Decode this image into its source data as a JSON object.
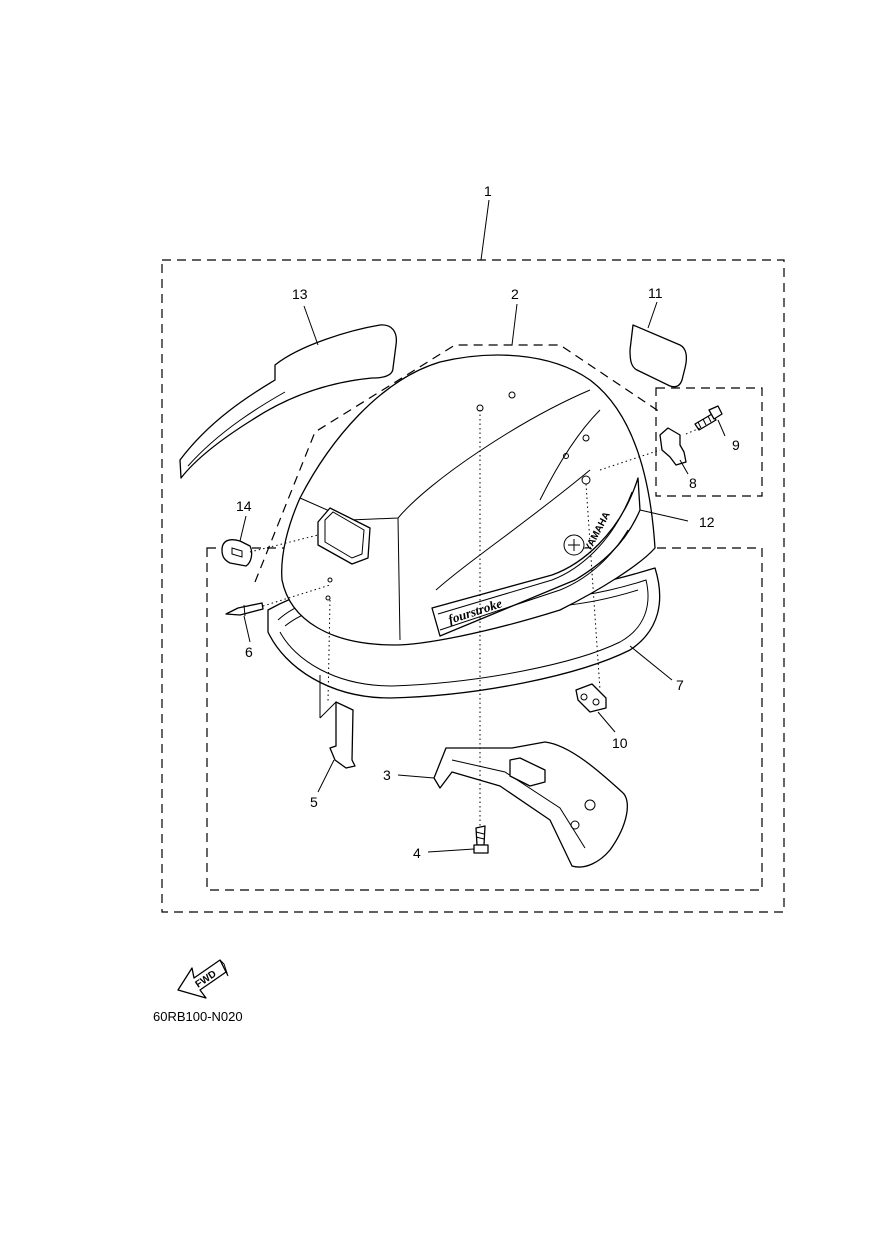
{
  "diagram": {
    "callouts": [
      {
        "id": "1",
        "label": "1"
      },
      {
        "id": "2",
        "label": "2"
      },
      {
        "id": "3",
        "label": "3"
      },
      {
        "id": "4",
        "label": "4"
      },
      {
        "id": "5",
        "label": "5"
      },
      {
        "id": "6",
        "label": "6"
      },
      {
        "id": "7",
        "label": "7"
      },
      {
        "id": "8",
        "label": "8"
      },
      {
        "id": "9",
        "label": "9"
      },
      {
        "id": "10",
        "label": "10"
      },
      {
        "id": "11",
        "label": "11"
      },
      {
        "id": "12",
        "label": "12"
      },
      {
        "id": "13",
        "label": "13"
      },
      {
        "id": "14",
        "label": "14"
      }
    ],
    "fwd_label": "FWD",
    "brand_text": "YAMAHA",
    "script_text": "fourstroke",
    "diagram_code": "60RB100-N020"
  }
}
